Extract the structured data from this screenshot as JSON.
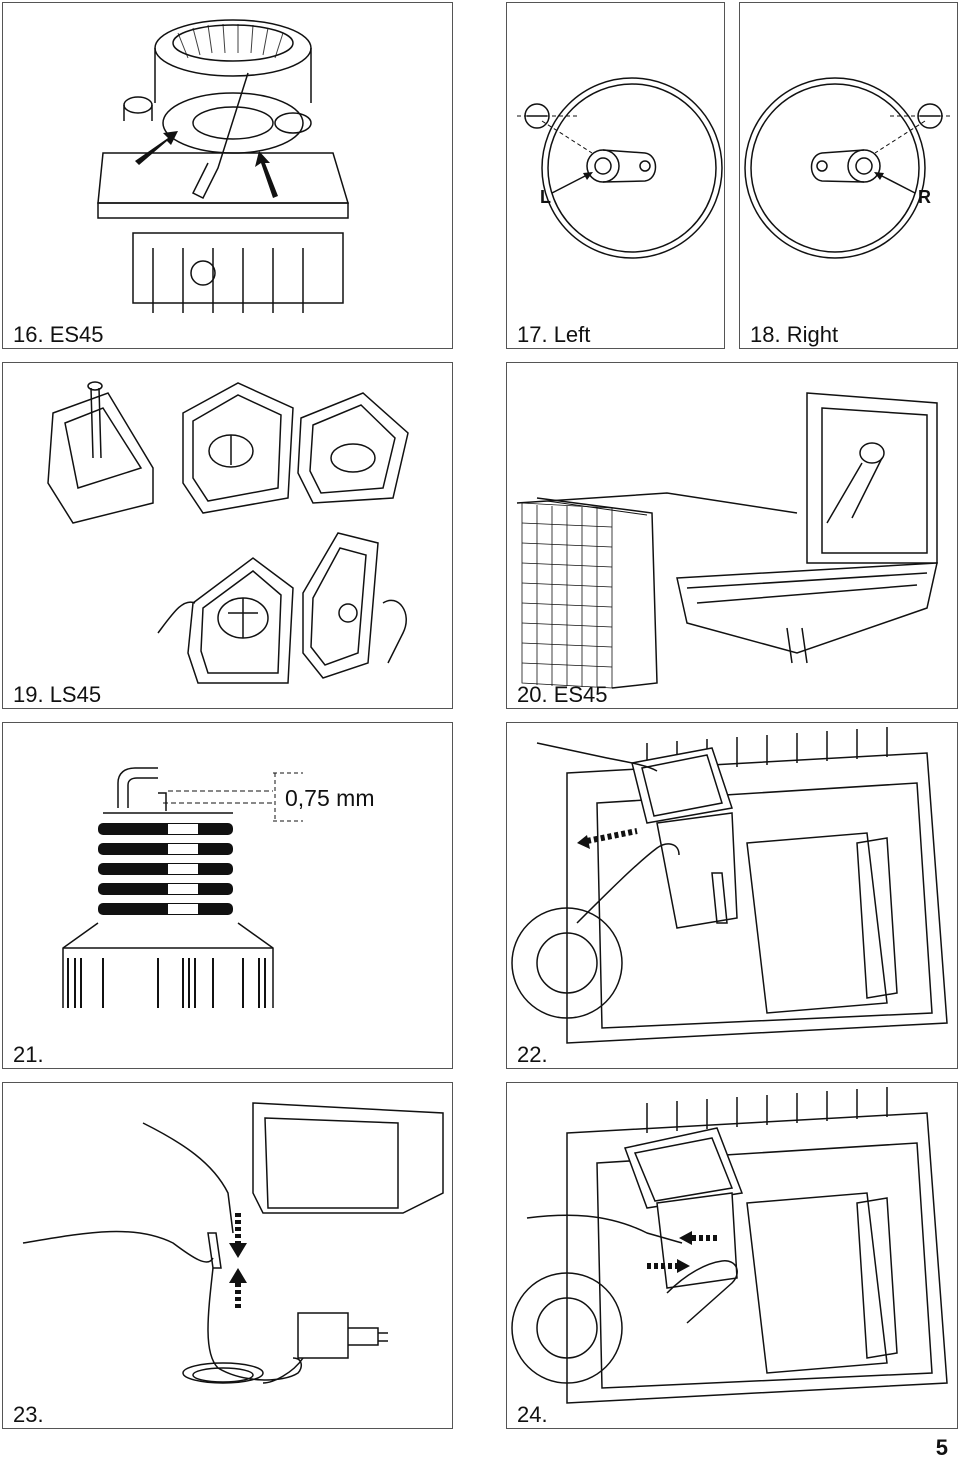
{
  "page_number": "5",
  "figures": [
    {
      "caption": "16. ES45"
    },
    {
      "caption": "17. Left",
      "marker": "L"
    },
    {
      "caption": "18. Right",
      "marker": "R"
    },
    {
      "caption": "19. LS45"
    },
    {
      "caption": "20. ES45"
    },
    {
      "caption": "21.",
      "gap_label": "0,75 mm"
    },
    {
      "caption": "22."
    },
    {
      "caption": "23."
    },
    {
      "caption": "24."
    }
  ]
}
